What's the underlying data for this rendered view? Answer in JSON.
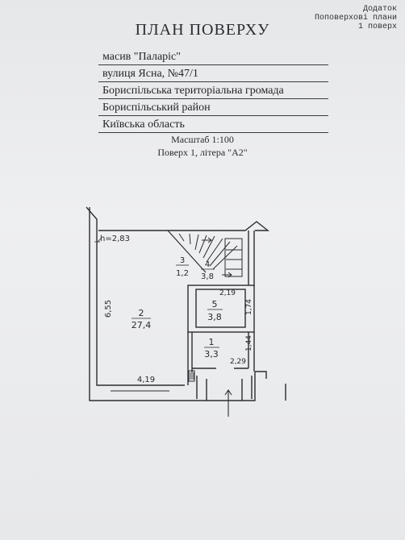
{
  "appendix": {
    "line1": "Додаток",
    "line2": "Поповерхові плани",
    "line3": "1 поверх"
  },
  "title": "ПЛАН ПОВЕРХУ",
  "address": [
    "масив  \"Паларіс\"",
    "вулиця  Ясна, №47/1",
    "Бориспільська територіальна громада",
    "Бориспільський район",
    "Київська область"
  ],
  "scale": "Масштаб 1:100",
  "floor_label": "Поверх 1, літера \"А2\"",
  "plan": {
    "ceiling_height": "h=2,83",
    "rooms": [
      {
        "number": "1",
        "area": "3,3"
      },
      {
        "number": "2",
        "area": "27,4"
      },
      {
        "number": "3",
        "area": "1,2"
      },
      {
        "number": "4",
        "area": "3,8"
      },
      {
        "number": "5",
        "area": "3,8"
      }
    ],
    "dimensions": {
      "left_height": "6,55",
      "bottom_width": "4,19",
      "room5_width": "2,19",
      "room5_height": "1,74",
      "room1_height": "1,44",
      "entrance_width": "2,29"
    }
  }
}
